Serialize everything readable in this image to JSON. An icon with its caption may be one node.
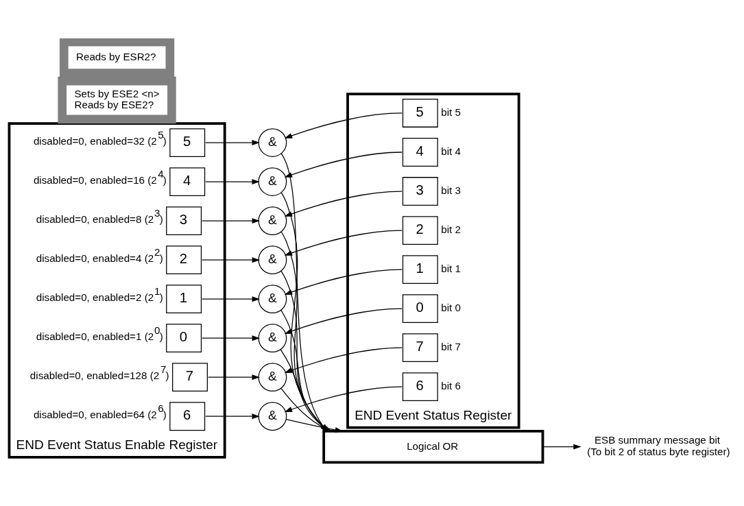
{
  "diagram": {
    "nodes": [
      {
        "text": [
          "END Event Status Enable Register"
        ]
      },
      {
        "text": [
          "7"
        ],
        "in": 0,
        "beside": [
          "disabled=0, enabled=128 (2$^{7}$)"
        ]
      },
      {
        "text": [
          "6"
        ],
        "in": 0,
        "beside": [
          "disabled=0, enabled=64 (2$^{6}$)"
        ]
      },
      {
        "text": [
          "5"
        ],
        "in": 0,
        "beside": [
          "disabled=0, enabled=32 (2$^{5}$)"
        ]
      },
      {
        "text": [
          "4"
        ],
        "in": 0,
        "beside": [
          "disabled=0, enabled=16 (2$^{4}$)"
        ]
      },
      {
        "text": [
          "3"
        ],
        "in": 0,
        "beside": [
          "disabled=0, enabled=8 (2$^{3}$)"
        ]
      },
      {
        "text": [
          "2"
        ],
        "in": 0,
        "beside": [
          "disabled=0, enabled=4 (2$^{2}$)"
        ]
      },
      {
        "text": [
          "1"
        ],
        "in": 0,
        "beside": [
          "disabled=0, enabled=2 (2$^{1}$)"
        ]
      },
      {
        "text": [
          "0"
        ],
        "in": 0,
        "beside": [
          "disabled=0, enabled=1 (2$^{0}$)"
        ]
      },
      {
        "text": [
          "END Event Status Register"
        ]
      },
      {
        "text": [
          "7"
        ],
        "in": 9,
        "beside": [
          "bit 7"
        ]
      },
      {
        "text": [
          "6"
        ],
        "in": 9,
        "beside": [
          "bit 6"
        ]
      },
      {
        "text": [
          "5"
        ],
        "in": 9,
        "beside": [
          "bit 5"
        ]
      },
      {
        "text": [
          "4"
        ],
        "in": 9,
        "beside": [
          "bit 4"
        ]
      },
      {
        "text": [
          "3"
        ],
        "in": 9,
        "beside": [
          "bit 3"
        ]
      },
      {
        "text": [
          "2"
        ],
        "in": 9,
        "beside": [
          "bit 2"
        ]
      },
      {
        "text": [
          "1"
        ],
        "in": 9,
        "beside": [
          "bit 1"
        ]
      },
      {
        "text": [
          "0"
        ],
        "in": 9,
        "beside": [
          "bit 0"
        ]
      },
      {
        "text": [
          "&"
        ]
      },
      {
        "text": [
          "&"
        ]
      },
      {
        "text": [
          "&"
        ]
      },
      {
        "text": [
          "&"
        ]
      },
      {
        "text": [
          "&"
        ]
      },
      {
        "text": [
          "&"
        ]
      },
      {
        "text": [
          "&"
        ]
      },
      {
        "text": [
          "&"
        ]
      },
      {
        "text": [
          "Sets by ESE2 <n>",
          "Reads by ESE2?"
        ]
      },
      {
        "text": [
          "Logical OR"
        ]
      },
      {
        "text": [
          "Reads by ESR2?"
        ]
      },
      {
        "text": [
          "ESB summary message bit",
          "(To bit 2 of status byte register)"
        ]
      }
    ],
    "edges": [
      {
        "from": 1,
        "to": 18,
        "arrow": "to"
      },
      {
        "from": 2,
        "to": 19,
        "arrow": "to"
      },
      {
        "from": 3,
        "to": 20,
        "arrow": "to"
      },
      {
        "from": 4,
        "to": 21,
        "arrow": "to"
      },
      {
        "from": 5,
        "to": 22,
        "arrow": "to"
      },
      {
        "from": 6,
        "to": 23,
        "arrow": "to"
      },
      {
        "from": 7,
        "to": 24,
        "arrow": "to"
      },
      {
        "from": 8,
        "to": 25,
        "arrow": "to"
      },
      {
        "from": 10,
        "to": 18,
        "arrow": "to"
      },
      {
        "from": 11,
        "to": 19,
        "arrow": "to"
      },
      {
        "from": 12,
        "to": 20,
        "arrow": "to"
      },
      {
        "from": 13,
        "to": 21,
        "arrow": "to"
      },
      {
        "from": 14,
        "to": 22,
        "arrow": "to"
      },
      {
        "from": 15,
        "to": 23,
        "arrow": "to"
      },
      {
        "from": 16,
        "to": 24,
        "arrow": "to"
      },
      {
        "from": 17,
        "to": 25,
        "arrow": "to"
      },
      {
        "from": 18,
        "to": 27,
        "arrow": "to"
      },
      {
        "from": 19,
        "to": 27,
        "arrow": "to"
      },
      {
        "from": 20,
        "to": 27,
        "arrow": "to"
      },
      {
        "from": 21,
        "to": 27,
        "arrow": "to"
      },
      {
        "from": 22,
        "to": 27,
        "arrow": "to"
      },
      {
        "from": 23,
        "to": 27,
        "arrow": "to"
      },
      {
        "from": 24,
        "to": 27,
        "arrow": "to"
      },
      {
        "from": 25,
        "to": 27,
        "arrow": "to"
      },
      {
        "from": 27,
        "to": 29,
        "arrow": "to"
      }
    ]
  }
}
